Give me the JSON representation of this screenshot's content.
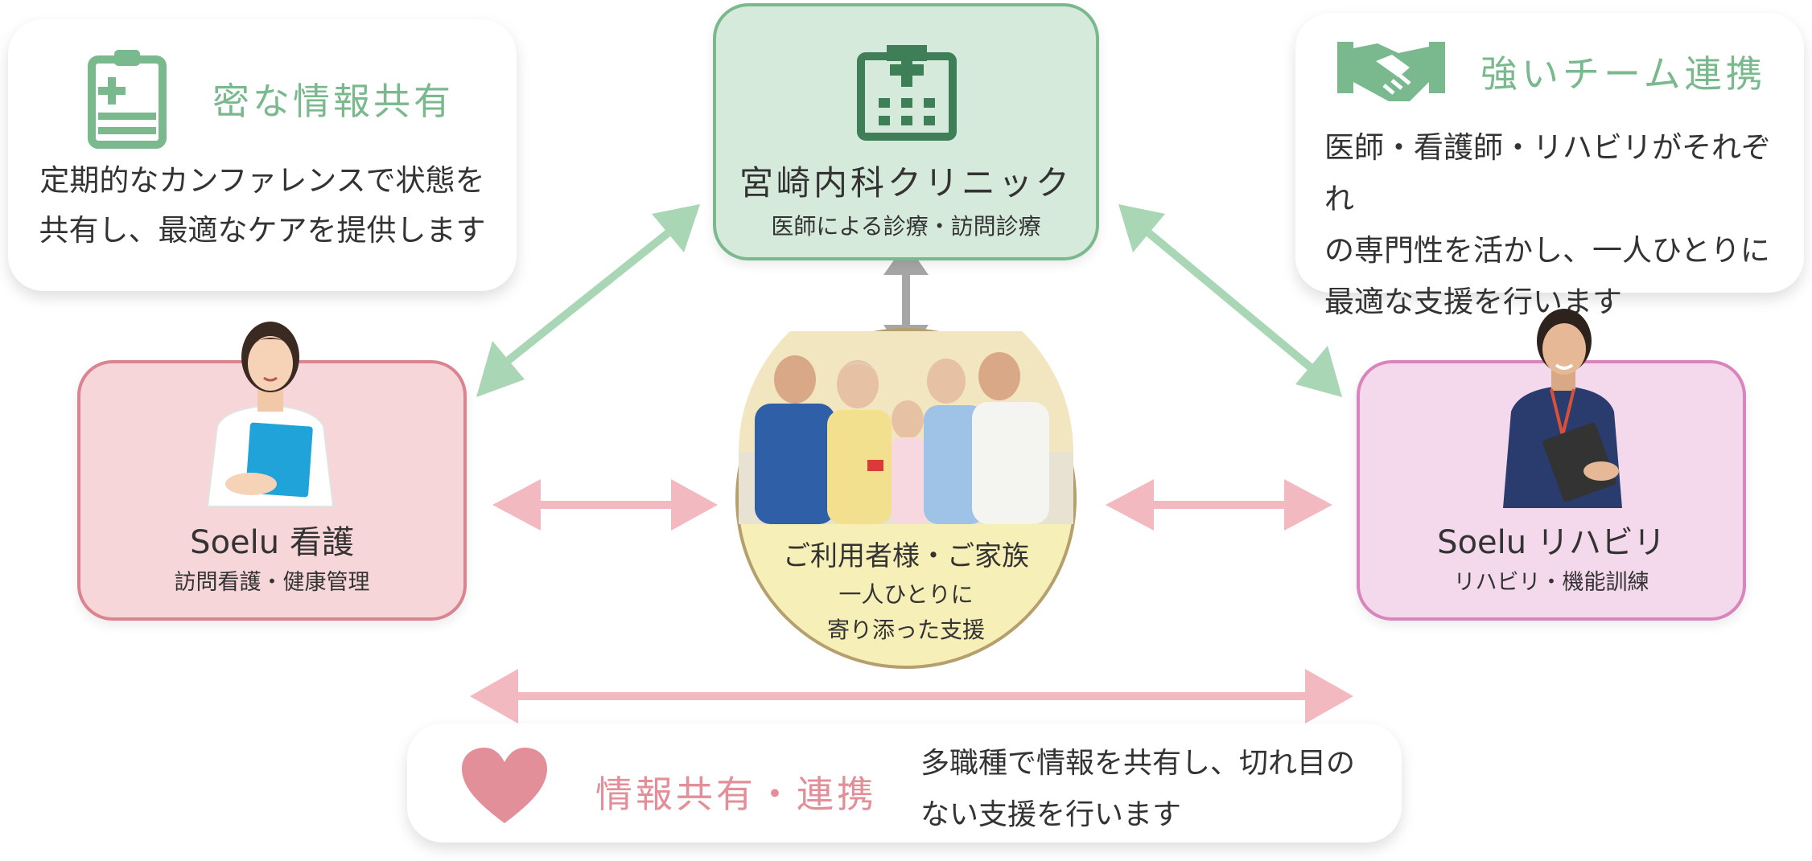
{
  "colors": {
    "green": "#79b98d",
    "green_dark": "#3f7f57",
    "green_fill": "#d6eadb",
    "pink": "#f3b9c0",
    "pink_border": "#d9848f",
    "pink_fill": "#f7d6da",
    "magenta_border": "#d985bd",
    "magenta_fill": "#f4d8eb",
    "yellow_fill": "#f7efb8",
    "gold_border": "#b59f6c",
    "gray_arrow": "#a6a6a6",
    "heart": "#e38f99"
  },
  "top_left": {
    "icon": "clipboard-medical-icon",
    "title": "密な情報共有",
    "line1": "定期的なカンファレンスで状態を",
    "line2": "共有し、最適なケアを提供します"
  },
  "top_right": {
    "icon": "handshake-icon",
    "title": "強いチーム連携",
    "line1": "医師・看護師・リハビリがそれぞれ",
    "line2": "の専門性を活かし、一人ひとりに",
    "line3": "最適な支援を行います"
  },
  "clinic": {
    "icon": "hospital-icon",
    "name": "宮崎内科クリニック",
    "sub": "医師による診療・訪問診療"
  },
  "nursing": {
    "name": "Soelu 看護",
    "sub": "訪問看護・健康管理",
    "photo": "nurse-photo"
  },
  "rehab": {
    "name": "Soelu リハビリ",
    "sub": "リハビリ・機能訓練",
    "photo": "therapist-photo"
  },
  "center": {
    "photo": "family-photo",
    "title": "ご利用者様・ご家族",
    "line1": "一人ひとりに",
    "line2": "寄り添った支援"
  },
  "bottom": {
    "icon": "heart-icon",
    "title": "情報共有・連携",
    "line1": "多職種で情報を共有し、切れ目の",
    "line2": "ない支援を行います"
  }
}
